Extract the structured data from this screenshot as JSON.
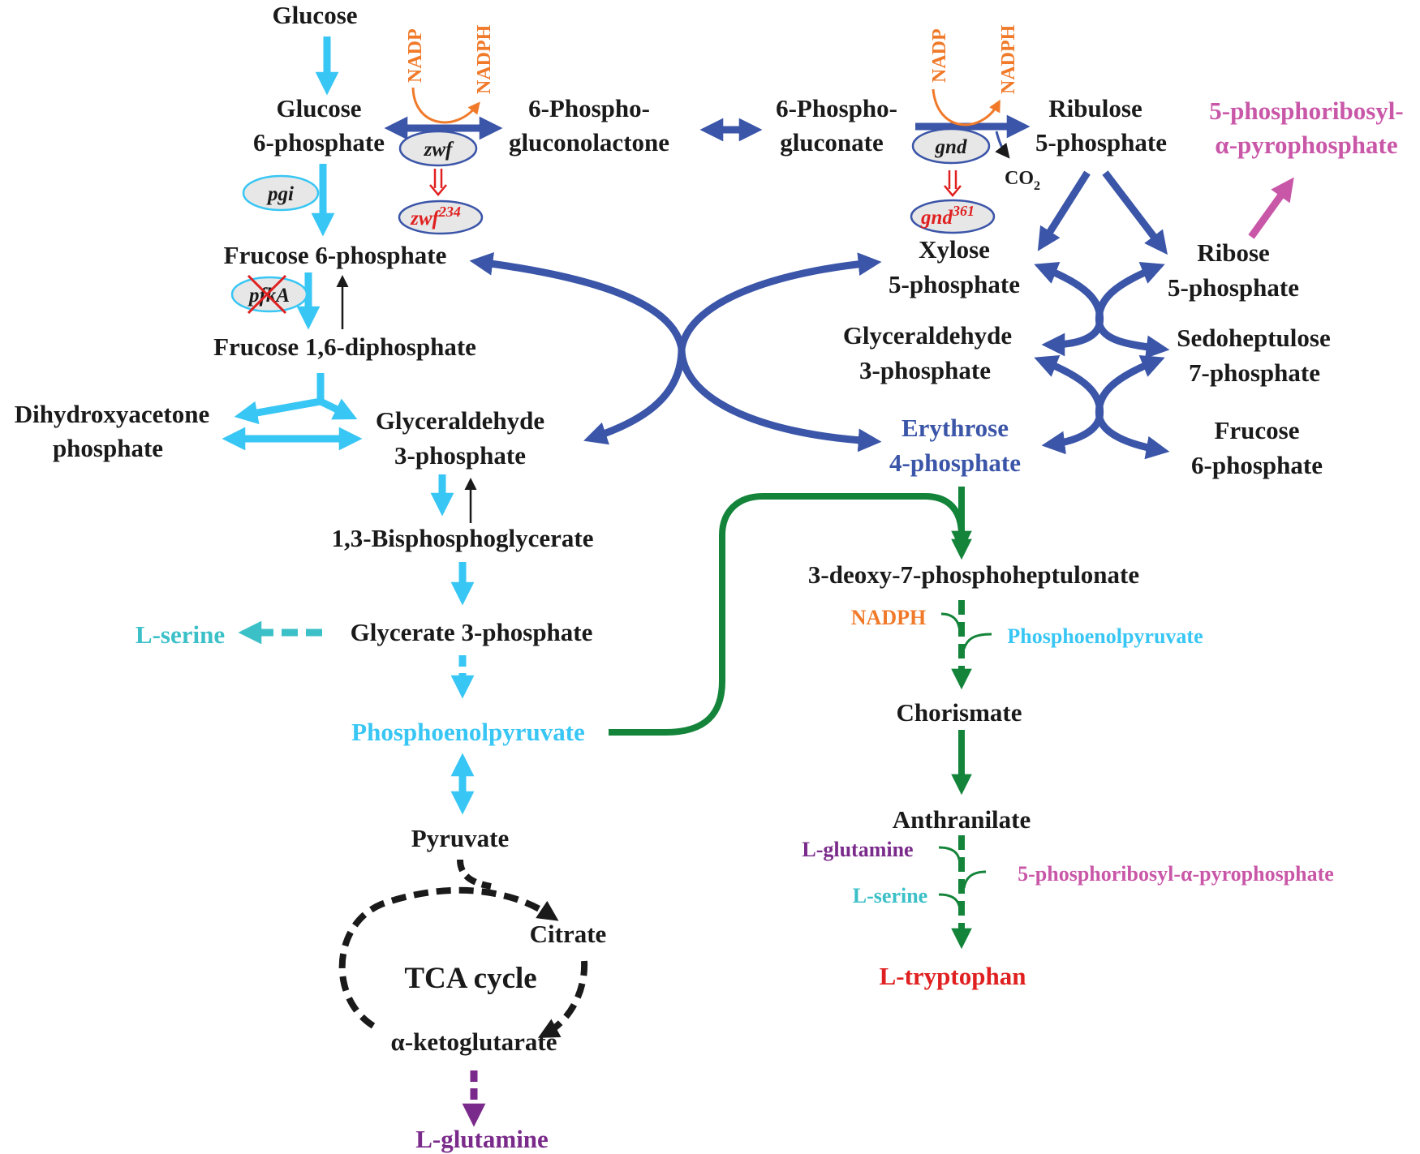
{
  "colors": {
    "glycolysis": "#38c6f4",
    "ppp": "#3b55a8",
    "aromatic": "#13843a",
    "cofactor_nadp": "#f07a2a",
    "mutant": "#e02020",
    "serine": "#3cc0c8",
    "glutamine": "#7a2a8a",
    "prpp": "#c957a8",
    "tca": "#1a1a1a"
  },
  "glycolysis": {
    "glucose": "Glucose",
    "g6p_line1": "Glucose",
    "g6p_line2": "6-phosphate",
    "f6p": "Frucose 6-phosphate",
    "fdp": "Frucose 1,6-diphosphate",
    "dhap_line1": "Dihydroxyacetone",
    "dhap_line2": "phosphate",
    "gap_line1": "Glyceraldehyde",
    "gap_line2": "3-phosphate",
    "bpg": "1,3-Bisphosphoglycerate",
    "g3p": "Glycerate 3-phosphate",
    "pep": "Phosphoenolpyruvate",
    "pyruvate": "Pyruvate",
    "serine": "L-serine"
  },
  "ppp": {
    "pgl_line1": "6-Phospho-",
    "pgl_line2": "gluconolactone",
    "pg_line1": "6-Phospho-",
    "pg_line2": "gluconate",
    "ru5p_line1": "Ribulose",
    "ru5p_line2": "5-phosphate",
    "prpp_line1": "5-phosphoribosyl-",
    "prpp_line2": "α-pyrophosphate",
    "xu5p_line1": "Xylose",
    "xu5p_line2": "5-phosphate",
    "r5p_line1": "Ribose",
    "r5p_line2": "5-phosphate",
    "gap_line1": "Glyceraldehyde",
    "gap_line2": "3-phosphate",
    "s7p_line1": "Sedoheptulose",
    "s7p_line2": "7-phosphate",
    "e4p_line1": "Erythrose",
    "e4p_line2": "4-phosphate",
    "f6p_line1": "Frucose",
    "f6p_line2": "6-phosphate",
    "nadp_1": "NADP",
    "nadph_1": "NADPH",
    "nadp_2": "NADP",
    "nadph_2": "NADPH",
    "co2": "CO",
    "co2_sub": "2"
  },
  "enzymes": {
    "zwf": "zwf",
    "zwf_mut": "zwf",
    "zwf_mut_sup": "234",
    "gnd": "gnd",
    "gnd_mut": "gnd",
    "gnd_mut_sup": "361",
    "pgi": "pgi",
    "pfka": "pfkA"
  },
  "aromatic": {
    "dahp": "3-deoxy-7-phosphoheptulonate",
    "nadph": "NADPH",
    "pep": "Phosphoenolpyruvate",
    "chorismate": "Chorismate",
    "anthranilate": "Anthranilate",
    "glutamine": "L-glutamine",
    "prpp": "5-phosphoribosyl-α-pyrophosphate",
    "serine": "L-serine",
    "tryptophan": "L-tryptophan"
  },
  "tca": {
    "citrate": "Citrate",
    "label": "TCA cycle",
    "akg": "α-ketoglutarate",
    "glutamine": "L-glutamine"
  }
}
